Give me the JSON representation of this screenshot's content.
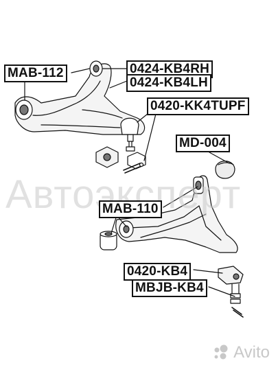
{
  "labels": {
    "mab112": "MAB-112",
    "kb4rh": "0424-KB4RH",
    "kb4lh": "0424-KB4LH",
    "kk4tupf": "0420-KK4TUPF",
    "md004": "MD-004",
    "mab110": "MAB-110",
    "kb4": "0420-KB4",
    "mbjb": "MBJB-KB4"
  },
  "watermark": {
    "text": "Автоэксперт",
    "brand": "Avito"
  },
  "colors": {
    "line": "#111111",
    "watermark": "#c8c8c8"
  }
}
